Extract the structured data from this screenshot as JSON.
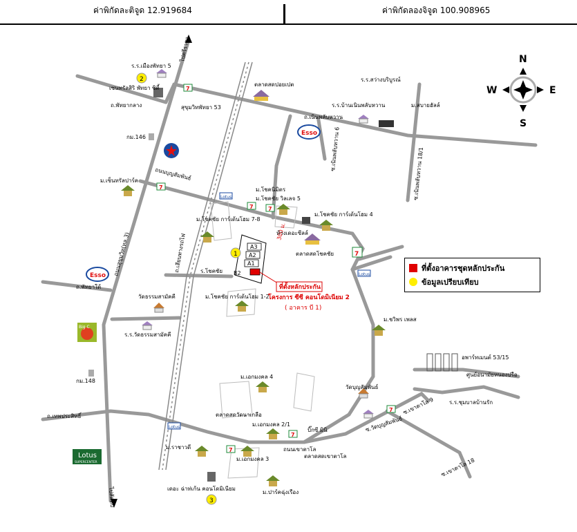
{
  "header": {
    "lat": "ค่าพิกัดละติจูด 12.919684",
    "lng": "ค่าพิกัดลองจิจูด 100.908965"
  },
  "compass": {
    "n": "N",
    "e": "E",
    "s": "S",
    "w": "W"
  },
  "roads": {
    "to_sriracha": "ไปศรีราชา",
    "to_sattahip": "ไปสัตหีบ",
    "sukhumvit": "ถนนสุขุมวิท(ทล.3)",
    "north_pattaya": "ถ.พัทยากลาง",
    "sukhumvit_pattaya_53": "สุขุมวิทพัทยา 53",
    "noen_plub_wan": "ถ.เนินพลับหวาน",
    "boon_samphan": "ถนนบุญสัมพันธ์",
    "south_pattaya": "ถ.พัทยาใต้",
    "thepprasit": "ถ.เทพประสิทธิ์",
    "khao_talo": "ถนนเขาตาโล",
    "railway": "ถ.เลียบทางรถไฟ",
    "chokchai": "ร.โชคชัย",
    "soi_noen_plub_wan_6": "ซ.เนินพลับหวาน 6",
    "soi_noen_plub_wan_18_1": "ซ.เนินพลับหวาน 18/1",
    "soi_khao_talo_9": "ซ.เขาตาโล 9",
    "soi_khao_talo_18": "ซ.เขาตาโล 18",
    "soi_wat_boon": "ซ.วัดบุญสัมพันธ์",
    "distance": "300 ม."
  },
  "places": {
    "school_mueang_pattaya_5": "ร.ร.เมืองพัทยา 5",
    "central_pattaya_city": "เซนทรัลสิริ พัทยา ซิตี้",
    "km146": "กม.146",
    "km148": "กม.148",
    "m_chokchai_villa": "ม.เซ็นทรัลปาร์ค",
    "floating_market": "ตลาดสดปอยเปต",
    "school_sawang": "ร.ร.สว่างบริบูรณ์",
    "school_noen_plub_wan": "ร.ร.บ้านเนินพลับหวาน",
    "m_sabai": "ม.สบายฮัลล์",
    "m_chokniti": "ม.โชคนิมิตร",
    "m_chokchai_villa_5": "ม.โชคชัย วิลเลจ 5",
    "m_chokchai_garden_7_8": "ม.โชคชัย การ์เด้นโฮม 7-8",
    "m_chokchai_garden_4": "ม.โชคชัย การ์เด้นโฮม 4",
    "department_store": "ห้างเดอะซีลล์",
    "chokchai_market": "ตลาดสดโชคชัย",
    "m_chokchai_garden_1_2": "ม.โชคชัย การ์เด้นโฮม 1-2",
    "wat_sam_makkhi": "วัดธรรมสามัคคี",
    "school_wat_sam_makkhi": "ร.ร.วัดธรรมสามัคคี",
    "m_chaiphruek": "ม.ชวิพร เพลส",
    "apartment_53_15": "อพาร์ทเมนต์ 53/15",
    "community_center": "ศูนย์อนามัยหนองปรือ",
    "school_ban_chon": "ร.ร.ชุมบาลบ้านรัก",
    "m_ekmongkol_4": "ม.เอกมงคล 4",
    "talad_sod": "ตลาดสดวัดนาเกลือ",
    "m_ekmongkol_2_1": "ม.เอกมงคล 2/1",
    "big_c_mini": "บิ๊กซี มินิ",
    "wat_boon": "วัดบุญสัมพันธ์",
    "m_rachadee": "ม.ราชาวดี",
    "m_ekmongkol_3": "ม.เอกมงคล 3",
    "talad_khao_talo": "ตลาดสดเขาตาโล",
    "the_cat_condo": "เดอะ ฉ่าท่เก้น คอนโดมิเนียม",
    "m_park_rung": "ม.ปาร์คฉุ่งเรือง"
  },
  "subject": {
    "label": "ที่ตั้งหลักประกัน",
    "project": "โครงการ ซีซี คอนโดมิเนียม 2",
    "building": "( อาคาร บี 1)",
    "blocks": [
      "A3",
      "A2",
      "A1",
      "B2"
    ]
  },
  "comparables": [
    "1",
    "2",
    "3"
  ],
  "brands": {
    "esso": "Esso",
    "lotus": "Lotus",
    "lotus_super": "SUPERCENTER",
    "seven": "7",
    "bigc": "Big C"
  },
  "legend": {
    "subject": "ที่ตั้งอาคารชุดหลักประกัน",
    "comparable": "ข้อมูลเปรียบเทียบ"
  },
  "colors": {
    "road": "#999999",
    "subject": "#e00000",
    "comparable": "#ffee00",
    "house": "#6a8a2a",
    "seven_green": "#1c8a3a",
    "esso_red": "#e01010",
    "esso_blue": "#1a4aa0"
  }
}
